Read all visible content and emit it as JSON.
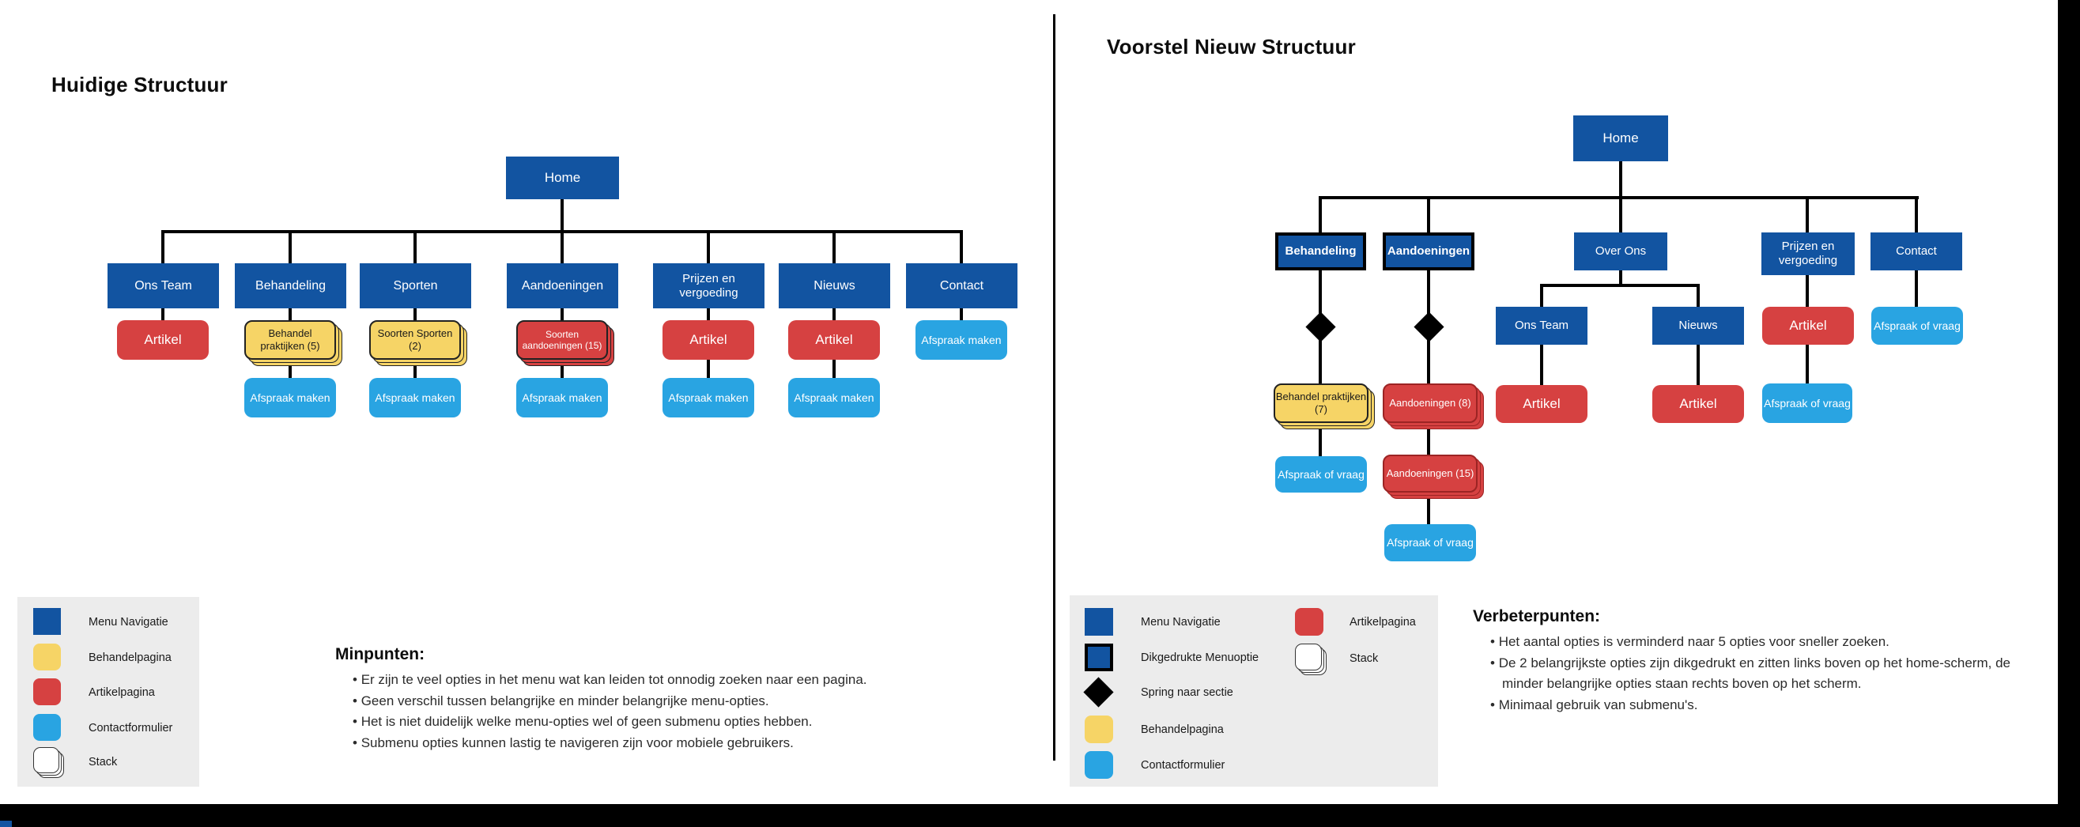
{
  "left": {
    "title": "Huidige Structuur",
    "nodes": {
      "home": "Home",
      "menu": [
        "Ons Team",
        "Behandeling",
        "Sporten",
        "Aandoeningen",
        "Prijzen en vergoeding",
        "Nieuws",
        "Contact"
      ],
      "row1": [
        "Artikel",
        "Behandel praktijken (5)",
        "Soorten Sporten (2)",
        "Soorten aandoeningen (15)",
        "Artikel",
        "Artikel",
        "Afspraak maken"
      ],
      "row2": [
        "Afspraak maken",
        "Afspraak maken",
        "Afspraak maken",
        "Afspraak maken",
        "Afspraak maken"
      ]
    },
    "legend": [
      "Menu Navigatie",
      "Behandelpagina",
      "Artikelpagina",
      "Contactformulier",
      "Stack"
    ],
    "notes_title": "Minpunten:",
    "notes": [
      "Er zijn te veel opties in het menu wat kan leiden tot onnodig zoeken naar een pagina.",
      "Geen verschil tussen belangrijke en minder belangrijke menu-opties.",
      "Het is niet duidelijk welke menu-opties wel of geen submenu opties hebben.",
      "Submenu opties kunnen lastig te navigeren zijn voor mobiele gebruikers."
    ]
  },
  "right": {
    "title": "Voorstel Nieuw Structuur",
    "nodes": {
      "home": "Home",
      "behandeling": "Behandeling",
      "aandoeningen": "Aandoeningen",
      "over_ons": "Over Ons",
      "prijzen": "Prijzen en vergoeding",
      "contact": "Contact",
      "ons_team": "Ons Team",
      "nieuws": "Nieuws",
      "behandel_praktijken": "Behandel praktijken (7)",
      "aandoeningen_8": "Aandoeningen (8)",
      "aandoeningen_15": "Aandoeningen (15)",
      "artikel_ons_team": "Artikel",
      "artikel_nieuws": "Artikel",
      "artikel_prijzen": "Artikel",
      "afspraak_behandeling": "Afspraak of vraag",
      "afspraak_aandoeningen": "Afspraak of vraag",
      "afspraak_prijzen": "Afspraak of vraag",
      "afspraak_contact": "Afspraak of vraag"
    },
    "legend": [
      "Menu Navigatie",
      "Dikgedrukte Menuoptie",
      "Spring naar sectie",
      "Behandelpagina",
      "Contactformulier",
      "Artikelpagina",
      "Stack"
    ],
    "notes_title": "Verbeterpunten:",
    "notes": [
      "Het aantal opties is verminderd naar 5 opties voor sneller zoeken.",
      "De 2 belangrijkste opties zijn dikgedrukt en zitten links boven op het home-scherm, de minder belangrijke opties staan rechts boven op het scherm.",
      "Minimaal gebruik van submenu's."
    ]
  },
  "colors": {
    "menu_blue": "#1254A1",
    "article_red": "#D64141",
    "treatment_yellow": "#F6D466",
    "contact_lightblue": "#29A4E2",
    "legend_background": "#ECECEC",
    "connector_black": "#000000"
  }
}
